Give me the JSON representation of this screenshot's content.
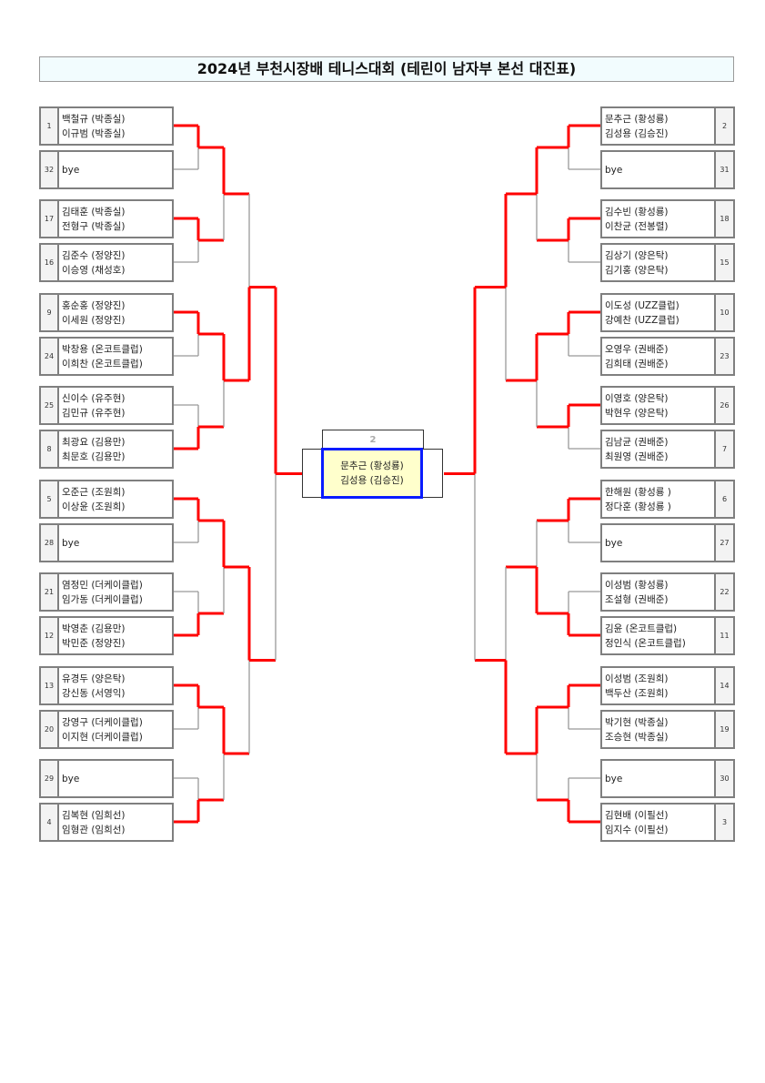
{
  "title": "2024년 부천시장배 테니스대회 (테린이 남자부 본선 대진표)",
  "colors": {
    "winner_line": "#ff0000",
    "line": "#999999",
    "final_border": "#0a1cff",
    "final_bg": "#ffffcc"
  },
  "left": {
    "entries": [
      {
        "seed": "1",
        "players": [
          "백철규 (박종실)",
          "이규범 (박종실)"
        ]
      },
      {
        "seed": "32",
        "players": [
          "bye"
        ]
      },
      {
        "seed": "17",
        "players": [
          "김태훈 (박종실)",
          "전형구 (박종실)"
        ]
      },
      {
        "seed": "16",
        "players": [
          "김준수 (정양진)",
          "이승영 (채성호)"
        ]
      },
      {
        "seed": "9",
        "players": [
          "홍순홍 (정양진)",
          "이세원 (정양진)"
        ]
      },
      {
        "seed": "24",
        "players": [
          "박창용 (온코트클럽)",
          "이희찬 (온코트클럽)"
        ]
      },
      {
        "seed": "25",
        "players": [
          "신이수 (유주현)",
          "김민규 (유주현)"
        ]
      },
      {
        "seed": "8",
        "players": [
          "최광요 (김용만)",
          "최문호 (김용만)"
        ]
      },
      {
        "seed": "5",
        "players": [
          "오준근 (조원희)",
          "이상윤 (조원희)"
        ]
      },
      {
        "seed": "28",
        "players": [
          "bye"
        ]
      },
      {
        "seed": "21",
        "players": [
          "염정민 (더케이클럽)",
          "임가동 (더케이클럽)"
        ]
      },
      {
        "seed": "12",
        "players": [
          "박영춘 (김용만)",
          "박민준 (정양진)"
        ]
      },
      {
        "seed": "13",
        "players": [
          "유경두 (양은탁)",
          "강신동 (서영익)"
        ]
      },
      {
        "seed": "20",
        "players": [
          "강영구 (더케이클럽)",
          "이지현 (더케이클럽)"
        ]
      },
      {
        "seed": "29",
        "players": [
          "bye"
        ]
      },
      {
        "seed": "4",
        "players": [
          "김복현 (임희선)",
          "임형관 (임희선)"
        ]
      }
    ],
    "winners": [
      [
        0,
        0,
        0,
        1,
        0,
        1,
        0,
        1
      ],
      [
        0,
        0,
        0,
        0
      ],
      [
        1,
        0
      ],
      [
        0
      ]
    ]
  },
  "right": {
    "entries": [
      {
        "seed": "2",
        "players": [
          "문추근 (황성룡)",
          "김성용 (김승진)"
        ]
      },
      {
        "seed": "31",
        "players": [
          "bye"
        ]
      },
      {
        "seed": "18",
        "players": [
          "김수빈 (황성룡)",
          "이찬균 (전봉렬)"
        ]
      },
      {
        "seed": "15",
        "players": [
          "김상기 (양은탁)",
          "김기홍 (양은탁)"
        ]
      },
      {
        "seed": "10",
        "players": [
          "이도성 (UZZ클럽)",
          "강예찬 (UZZ클럽)"
        ]
      },
      {
        "seed": "23",
        "players": [
          "오영우 (권배준)",
          "김희태 (권배준)"
        ]
      },
      {
        "seed": "26",
        "players": [
          "이영호 (양은탁)",
          "박현우 (양은탁)"
        ]
      },
      {
        "seed": "7",
        "players": [
          "김남균 (권배준)",
          "최원영 (권배준)"
        ]
      },
      {
        "seed": "6",
        "players": [
          "한해원 (황성룡 )",
          "정다훈 (황성룡 )"
        ]
      },
      {
        "seed": "27",
        "players": [
          "bye"
        ]
      },
      {
        "seed": "22",
        "players": [
          "이성범 (황성룡)",
          "조설형 (권배준)"
        ]
      },
      {
        "seed": "11",
        "players": [
          "김윤 (온코트클럽)",
          "정인식 (온코트클럽)"
        ]
      },
      {
        "seed": "14",
        "players": [
          "이성범 (조원희)",
          "백두산 (조원희)"
        ]
      },
      {
        "seed": "19",
        "players": [
          "박기현 (박종실)",
          "조승현 (박종실)"
        ]
      },
      {
        "seed": "30",
        "players": [
          "bye"
        ]
      },
      {
        "seed": "3",
        "players": [
          "김현배 (이필선)",
          "임지수 (이필선)"
        ]
      }
    ],
    "winners": [
      [
        0,
        0,
        0,
        0,
        0,
        1,
        0,
        1
      ],
      [
        0,
        0,
        1,
        0
      ],
      [
        0,
        1
      ],
      [
        0
      ]
    ]
  },
  "final": {
    "label": "2",
    "players": [
      "문추근 (황성룡)",
      "김성용 (김승진)"
    ]
  }
}
